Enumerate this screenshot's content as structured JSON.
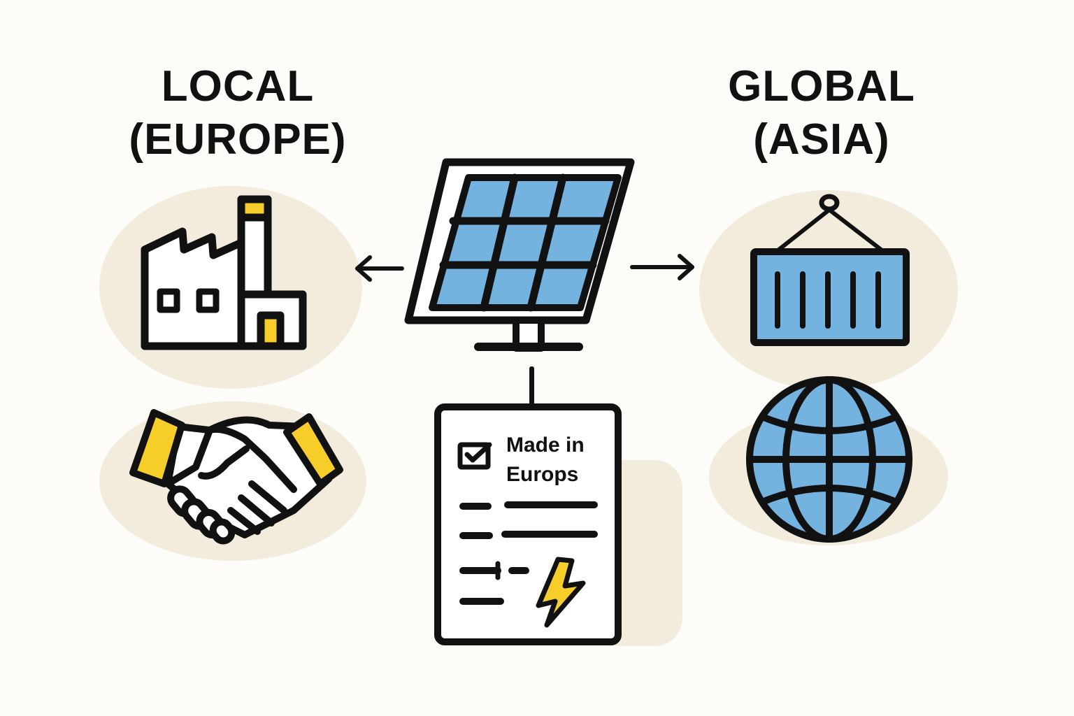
{
  "diagram": {
    "left_section": {
      "title_line1": "LOCAL",
      "title_line2": "(EUROPE)",
      "icons": [
        "factory-icon",
        "handshake-icon"
      ]
    },
    "right_section": {
      "title_line1": "GLOBAL",
      "title_line2": "(ASIA)",
      "icons": [
        "shipping-container-icon",
        "globe-icon"
      ]
    },
    "center": {
      "icon": "solar-panel-icon",
      "arrow_left": "arrow-left-icon",
      "arrow_right": "arrow-right-icon",
      "certificate": {
        "icon": "certificate-document-icon",
        "check_icon": "checkbox-checked-icon",
        "text": "Made in\nEurops",
        "accent_icon": "lightning-bolt-icon"
      }
    }
  },
  "colors": {
    "background": "#fdfcf8",
    "blob": "#f3ecdc",
    "outline": "#111111",
    "accent_yellow": "#f7cd2a",
    "accent_blue": "#74b3e0",
    "fill_white": "#ffffff"
  }
}
